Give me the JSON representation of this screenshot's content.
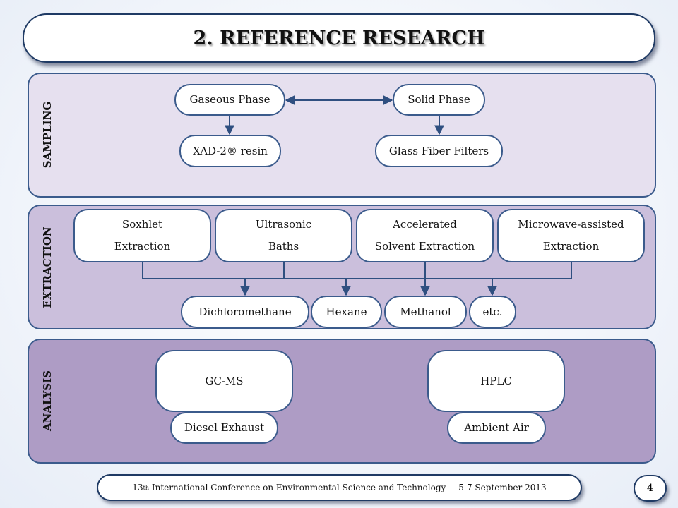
{
  "title": "2. REFERENCE RESEARCH",
  "sections": {
    "sampling": {
      "label": "SAMPLING",
      "gaseous_phase": "Gaseous Phase",
      "solid_phase": "Solid Phase",
      "xad_resin": "XAD-2® resin",
      "glass_fiber": "Glass Fiber Filters"
    },
    "extraction": {
      "label": "EXTRACTION",
      "methods": [
        {
          "line1": "Soxhlet",
          "line2": "Extraction"
        },
        {
          "line1": "Ultrasonic",
          "line2": "Baths"
        },
        {
          "line1": "Accelerated",
          "line2": "Solvent Extraction"
        },
        {
          "line1": "Microwave-assisted",
          "line2": "Extraction"
        }
      ],
      "solvents": [
        "Dichloromethane",
        "Hexane",
        "Methanol",
        "etc."
      ]
    },
    "analysis": {
      "label": "ANALYSIS",
      "gcms": "GC-MS",
      "hplc": "HPLC",
      "diesel": "Diesel Exhaust",
      "ambient": "Ambient Air"
    }
  },
  "footer": {
    "conf_num": "13",
    "conf_sup": "th",
    "conf_rest": " International Conference on Environmental Science and Technology",
    "dates": "5-7 September 2013"
  },
  "page_number": "4",
  "colors": {
    "line": "#2f4f80",
    "panel_sampling": "#e6e0ef",
    "panel_extraction": "#cbbfdc",
    "panel_analysis": "#ae9cc5"
  }
}
